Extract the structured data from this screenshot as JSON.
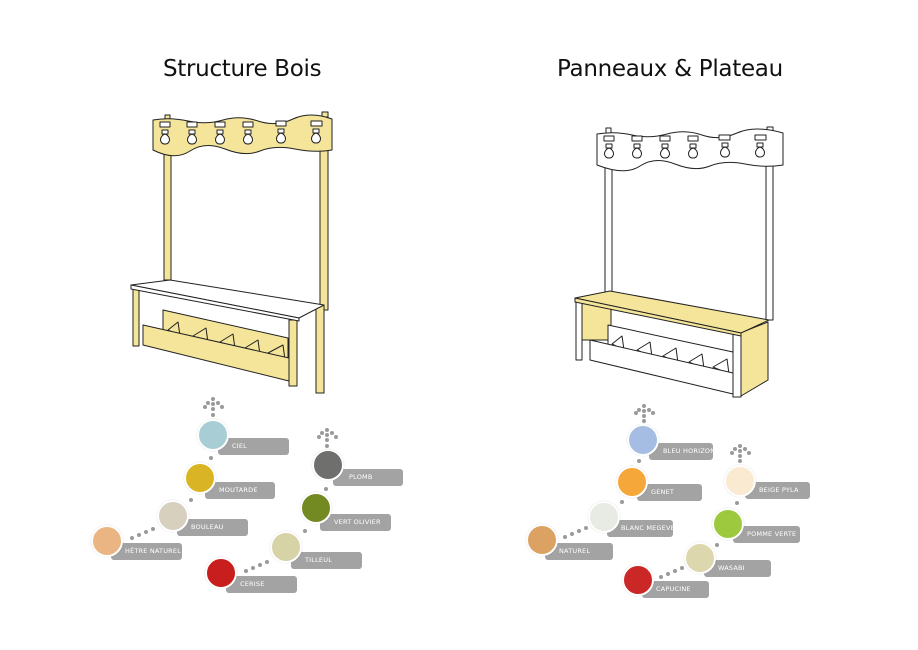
{
  "titles": {
    "left": "Structure Bois",
    "right": "Panneaux & Plateau"
  },
  "colors": {
    "wood_yellow": "#f5e59a",
    "outline": "#222222",
    "label_bg": "#a3a3a3",
    "label_text": "#ffffff",
    "connector_dot": "#9a9a9a"
  },
  "left_palette": {
    "name": "Structure Bois",
    "swatches": [
      {
        "label": "CIEL",
        "color": "#a9cdd4"
      },
      {
        "label": "MOUTARDE",
        "color": "#d9b526"
      },
      {
        "label": "BOULEAU",
        "color": "#d8d0bf"
      },
      {
        "label": "HÊTRE NATUREL",
        "color": "#eab483"
      },
      {
        "label": "PLOMB",
        "color": "#6f6f6d"
      },
      {
        "label": "VERT OLIVIER",
        "color": "#728a21"
      },
      {
        "label": "TILLEUL",
        "color": "#d6d3a6"
      },
      {
        "label": "CERISE",
        "color": "#c81e1e"
      }
    ]
  },
  "right_palette": {
    "name": "Panneaux & Plateau",
    "swatches": [
      {
        "label": "BLEU HORIZON",
        "color": "#a5bde2"
      },
      {
        "label": "GENET",
        "color": "#f6a73a"
      },
      {
        "label": "BLANC MEGEVE",
        "color": "#e8ebe4"
      },
      {
        "label": "NATUREL",
        "color": "#dca263"
      },
      {
        "label": "BEIGE PYLA",
        "color": "#fbead2"
      },
      {
        "label": "POMME VERTE",
        "color": "#9dc93f"
      },
      {
        "label": "WASABI",
        "color": "#dcd7ad"
      },
      {
        "label": "CAPUCINE",
        "color": "#cc2727"
      }
    ]
  }
}
